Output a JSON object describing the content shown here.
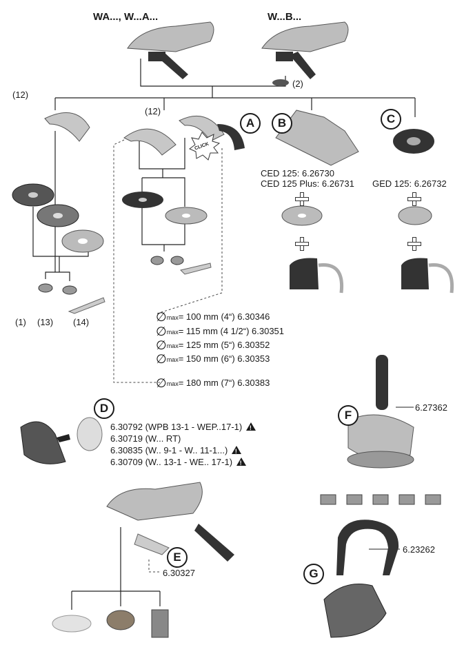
{
  "header": {
    "left_model": "WA..., W...A...",
    "right_model": "W...B..."
  },
  "callouts": {
    "n12_left": "(12)",
    "n12_mid": "(12)",
    "n2": "(2)",
    "n1": "(1)",
    "n13": "(13)",
    "n14": "(14)",
    "letter_a": "A",
    "letter_b": "B",
    "letter_c": "C",
    "letter_d": "D",
    "letter_e": "E",
    "letter_f": "F",
    "letter_g": "G",
    "click": "CLICK"
  },
  "option_b": {
    "line1": "CED 125: 6.26730",
    "line2": "CED 125 Plus: 6.26731"
  },
  "option_c": {
    "line1": "GED 125: 6.26732"
  },
  "guards": [
    {
      "value": "= 100 mm (4“) 6.30346"
    },
    {
      "value": "= 115 mm (4 1/2“) 6.30351"
    },
    {
      "value": "= 125 mm (5“) 6.30352"
    },
    {
      "value": "= 150 mm (6“) 6.30353"
    },
    {
      "value": "= 180 mm (7“) 6.30383"
    }
  ],
  "guard_prefix": "∅",
  "guard_sub": "max",
  "option_d": [
    "6.30792 (WPB 13-1 - WEP..17-1)",
    "6.30719 (W... RT)",
    "6.30835 (W.. 9-1 - W.. 11-1...)",
    "6.30709 (W.. 13-1 - WE.. 17-1)"
  ],
  "option_e": "6.30327",
  "option_f": "6.27362",
  "option_g": "6.23262"
}
